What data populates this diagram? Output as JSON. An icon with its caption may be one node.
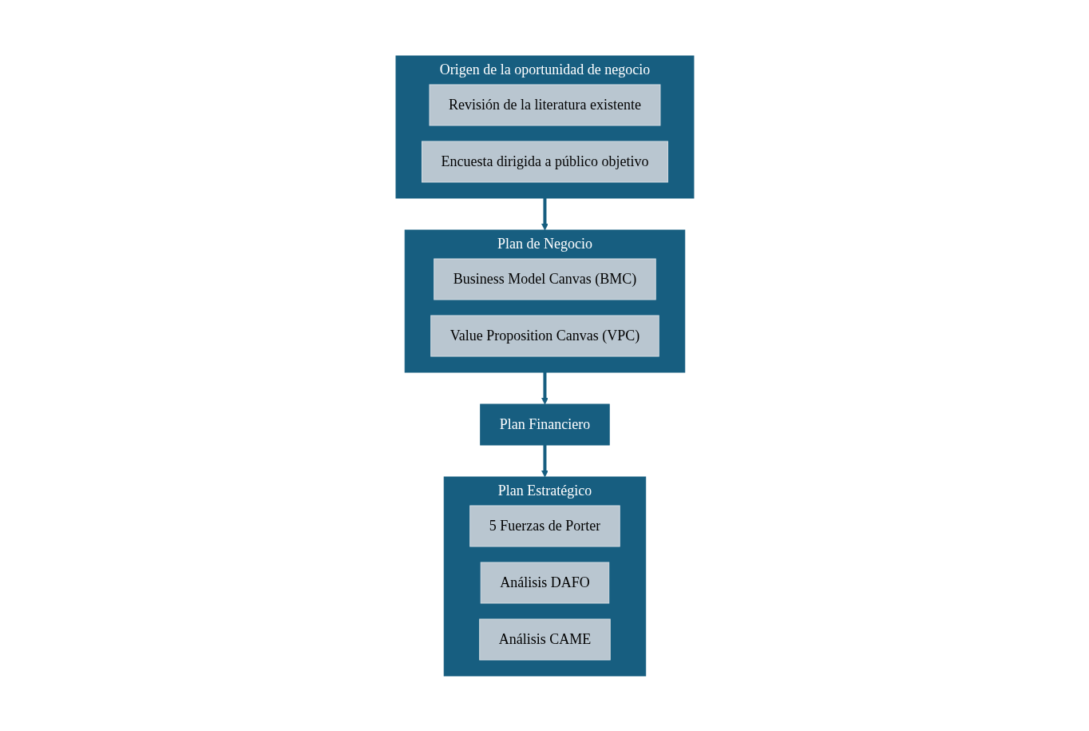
{
  "diagram": {
    "nodes": [
      {
        "text": [
          "Origen de la oportunidad de negocio"
        ]
      },
      {
        "text": [
          "Revisión de la literatura existente"
        ],
        "in": 0
      },
      {
        "text": [
          "Encuesta dirigida a público objetivo"
        ],
        "in": 0
      },
      {
        "text": [
          "Plan de Negocio"
        ]
      },
      {
        "text": [
          "Business Model Canvas (BMC)"
        ],
        "in": 3
      },
      {
        "text": [
          "Value Proposition Canvas (VPC)"
        ],
        "in": 3
      },
      {
        "text": [
          "Plan Financiero"
        ]
      },
      {
        "text": [
          "Plan Estratégico"
        ]
      },
      {
        "text": [
          "5 Fuerzas de Porter"
        ],
        "in": 7
      },
      {
        "text": [
          "Análisis DAFO"
        ],
        "in": 7
      },
      {
        "text": [
          "Análisis CAME"
        ],
        "in": 7
      }
    ],
    "edges": [
      {
        "from": 0,
        "to": 3,
        "arrow": "to"
      },
      {
        "from": 3,
        "to": 6,
        "arrow": "to"
      },
      {
        "from": 6,
        "to": 7,
        "arrow": "to"
      }
    ]
  }
}
